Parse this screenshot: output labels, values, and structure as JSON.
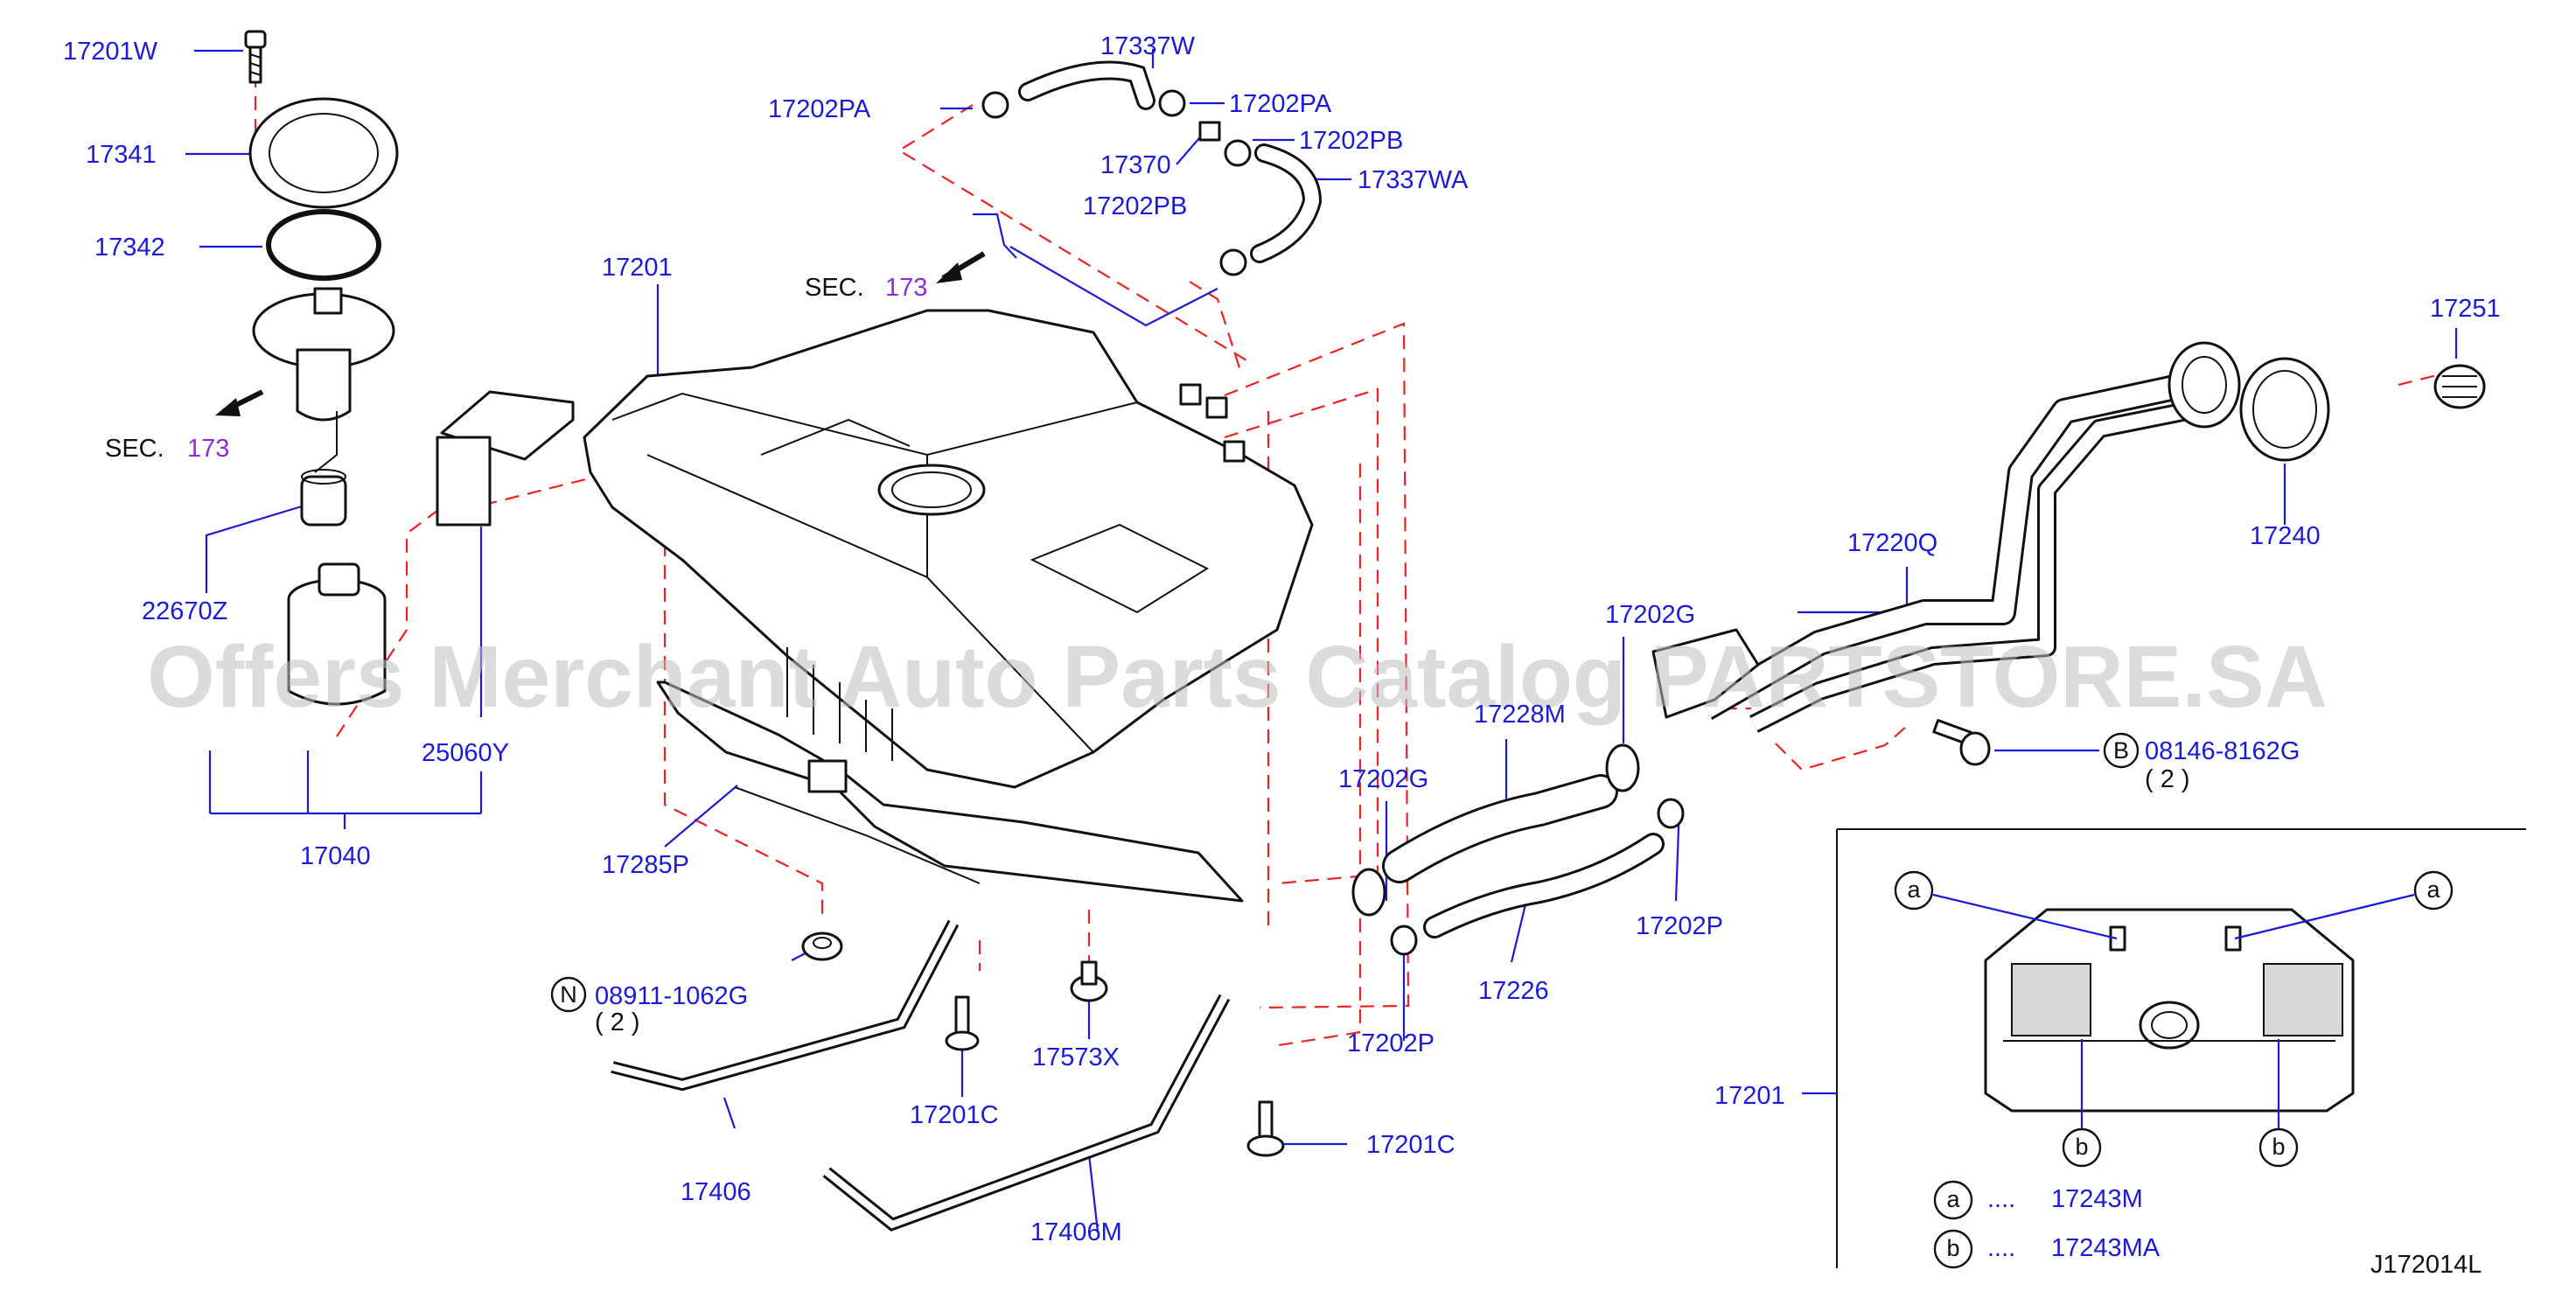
{
  "labels": {
    "p17201W": "17201W",
    "p17341": "17341",
    "p17342": "17342",
    "p17337W": "17337W",
    "p17202PA_1": "17202PA",
    "p17202PA_2": "17202PA",
    "p17202PB_1": "17202PB",
    "p17370": "17370",
    "p17337WA": "17337WA",
    "p17202PB_2": "17202PB",
    "p17201_main": "17201",
    "p22670Z": "22670Z",
    "p25060Y": "25060Y",
    "p17040": "17040",
    "p17285P": "17285P",
    "p08911": "08911-1062G",
    "p08911_qty": "( 2 )",
    "p17406": "17406",
    "p17201C_1": "17201C",
    "p17573X": "17573X",
    "p17406M": "17406M",
    "p17201C_2": "17201C",
    "p17202G_1": "17202G",
    "p17202P_1": "17202P",
    "p17228M": "17228M",
    "p17202G_2": "17202G",
    "p17226": "17226",
    "p17202P_2": "17202P",
    "p17220Q": "17220Q",
    "p17251": "17251",
    "p17240": "17240",
    "p08146": "08146-8162G",
    "p08146_qty": "( 2 )",
    "p17201_inset": "17201",
    "legend_a": "17243M",
    "legend_b": "17243MA",
    "legend_dots": "....",
    "diagram_code": "J172014L"
  },
  "section_refs": {
    "sec_top_word": "SEC.",
    "sec_top_num": "173",
    "sec_left_word": "SEC.",
    "sec_left_num": "173"
  },
  "callouts": {
    "N": "N",
    "B": "B",
    "a": "a",
    "b": "b"
  },
  "watermark": "Offers Merchant Auto Parts Catalog PARTSTORE.SA",
  "colors": {
    "label": "#1a1ad8",
    "section_ref": "#8a2be2",
    "dashed_guide": "#ee2222",
    "linework": "#111111",
    "watermark": "#bdbdbd"
  }
}
